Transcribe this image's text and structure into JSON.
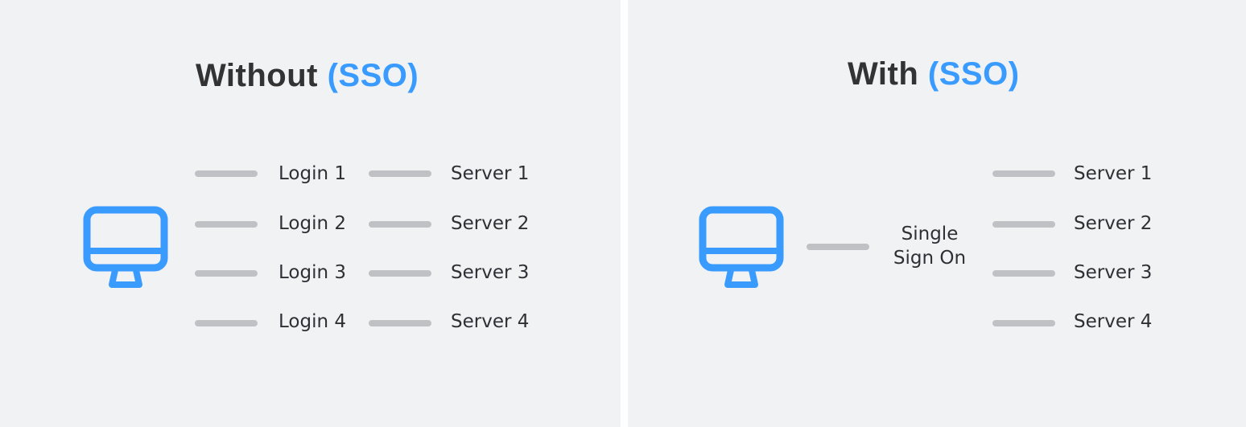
{
  "colors": {
    "panel_background": "#f1f2f4",
    "divider": "#ffffff",
    "accent": "#3a9bff",
    "title_text": "#333333",
    "label_text": "#2f3035",
    "connector": "#c0c1c4"
  },
  "left": {
    "title_main": "Without",
    "title_accent": "(SSO)",
    "icon": "monitor-icon",
    "logins": [
      "Login 1",
      "Login 2",
      "Login 3",
      "Login 4"
    ],
    "servers": [
      "Server 1",
      "Server 2",
      "Server 3",
      "Server 4"
    ]
  },
  "right": {
    "title_main": "With",
    "title_accent": "(SSO)",
    "icon": "monitor-icon",
    "sso_label_line1": "Single",
    "sso_label_line2": "Sign On",
    "servers": [
      "Server 1",
      "Server 2",
      "Server 3",
      "Server 4"
    ]
  }
}
